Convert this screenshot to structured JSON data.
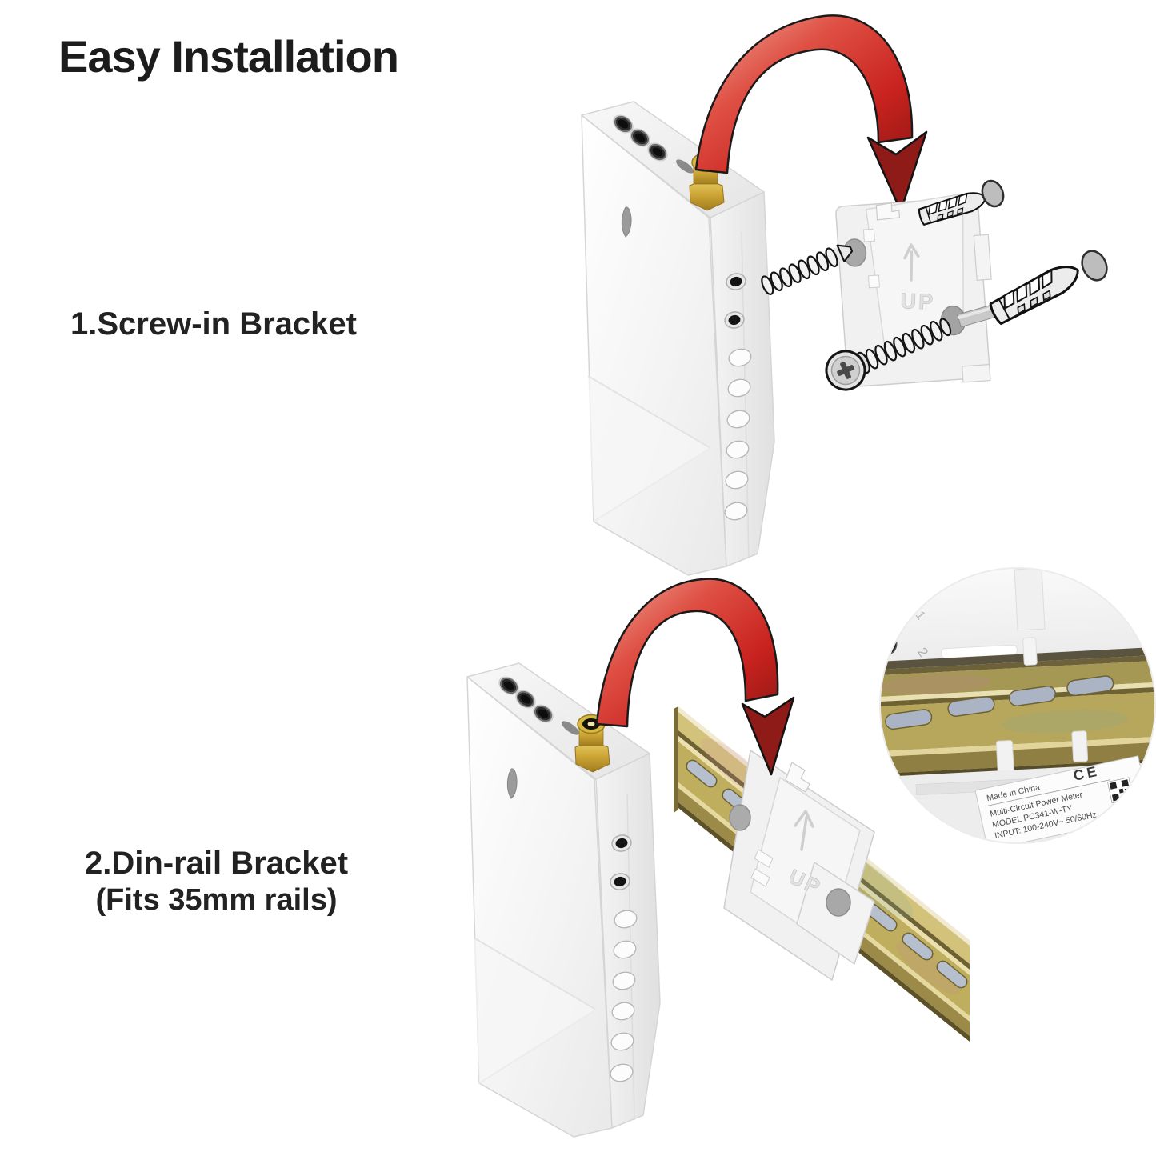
{
  "page": {
    "title": "Easy Installation"
  },
  "steps": [
    {
      "label": "1.Screw-in Bracket"
    },
    {
      "label": "2.Din-rail Bracket",
      "sublabel": "(Fits 35mm rails)"
    }
  ],
  "brackets": {
    "up_label": "UP"
  },
  "inset": {
    "circuit_marks": [
      "1",
      "2"
    ],
    "label_lines": [
      "Made in China",
      "Multi-Circuit Power Meter",
      "MODEL  PC341-W-TY",
      "INPUT: 100-240V~ 50/60Hz"
    ],
    "ce_mark": "CE"
  },
  "colors": {
    "arrow_red": "#c8221e",
    "arrow_dark_red": "#8e1b18",
    "connector_gold": "#d6b844",
    "rail_brass": "#bfae5e",
    "ink": "#1c1c1c"
  }
}
